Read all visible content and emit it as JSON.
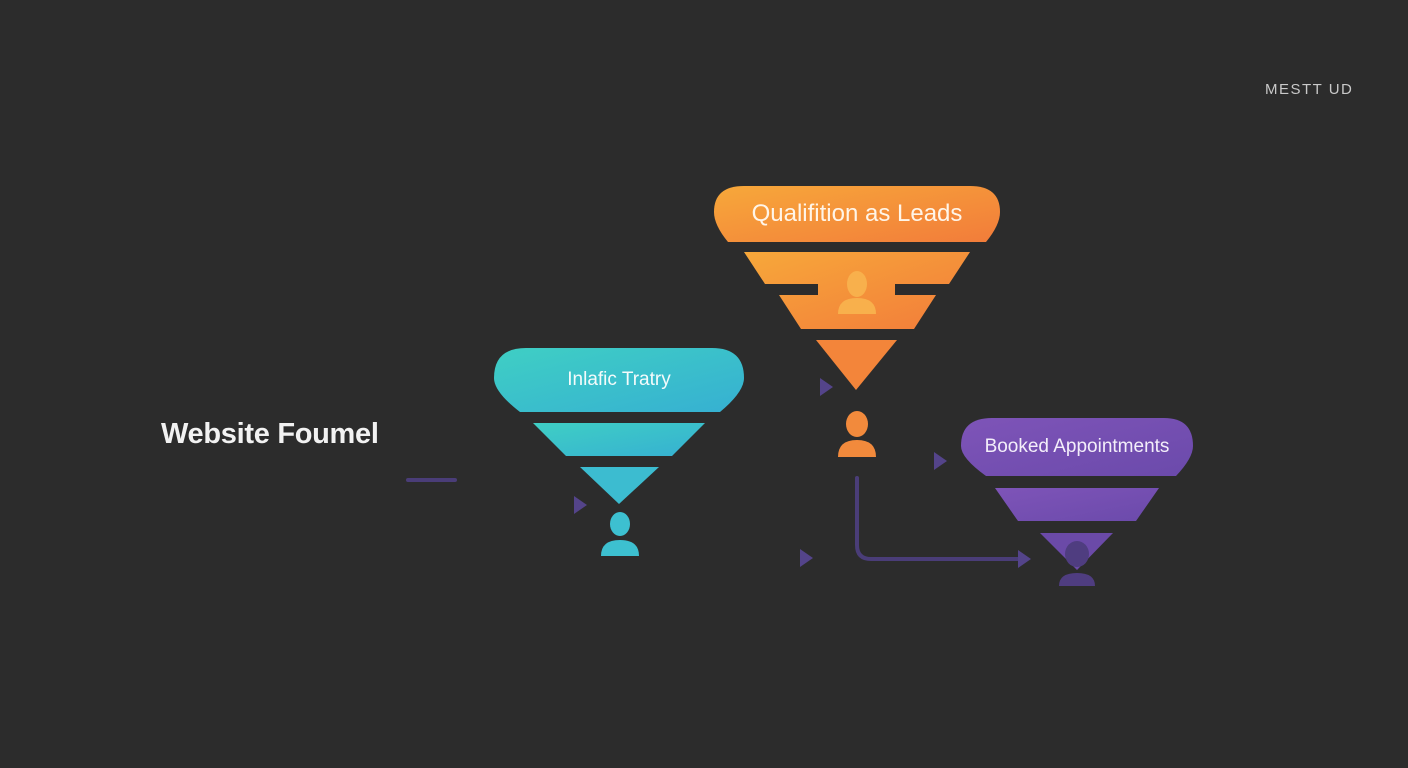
{
  "brand": {
    "label": "MESTT UD"
  },
  "diagram": {
    "title": "Website Foumel",
    "funnels": [
      {
        "id": "traffic",
        "label": "Inlafic Tratry",
        "color": "#3cc6c8",
        "color_dark": "#37b3cf"
      },
      {
        "id": "qualification",
        "label": "Qualifition as Leads",
        "color": "#f5a03a",
        "color_dark": "#f27f3a"
      },
      {
        "id": "appointments",
        "label": "Booked Appointments",
        "color": "#7a52b4",
        "color_dark": "#6a49a8"
      }
    ],
    "connector_color": "#4a3d78",
    "icons": {
      "person": "person-icon",
      "arrow": "arrow-right-icon"
    }
  }
}
